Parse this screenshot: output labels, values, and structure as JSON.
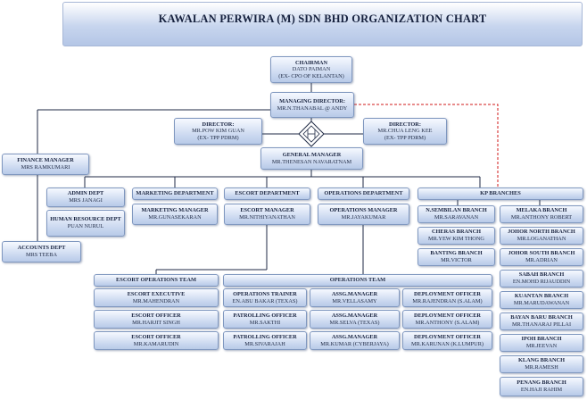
{
  "title": "KAWALAN PERWIRA (M) SDN BHD ORGANIZATION CHART",
  "chairman": {
    "title": "CHAIRMAN",
    "name": "DATO PAIMAN",
    "note": "(EX- CPO OF KELANTAN)"
  },
  "md": {
    "title": "MANAGING DIRECTOR:",
    "name": "MR.N.THANABAL @ ANDY"
  },
  "director_left": {
    "title": "DIRECTOR:",
    "name": "MR.POW KIM GUAN",
    "note": "(EX- TPP PDRM)"
  },
  "director_right": {
    "title": "DIRECTOR:",
    "name": "MR.CHUA LENG KEE",
    "note": "(EX- TPP PDRM)"
  },
  "gm": {
    "title": "GENERAL MANAGER",
    "name": "MR.THENESAN NAVARATNAM"
  },
  "finance": {
    "title": "FINANCE MANAGER",
    "name": "MRS RAMKUMARI"
  },
  "admin": {
    "title": "ADMIN DEPT",
    "name": "MRS JANAGI"
  },
  "hr": {
    "title": "HUMAN RESOURCE DEPT",
    "name": "PUAN NURUL"
  },
  "accounts": {
    "title": "ACCOUNTS DEPT",
    "name": "MRS TEEBA"
  },
  "marketing": {
    "header": "MARKETING DEPARTMENT",
    "title": "MARKETING MANAGER",
    "name": "MR.GUNASEKARAN"
  },
  "escort": {
    "header": "ESCORT DEPARTMENT",
    "title": "ESCORT MANAGER",
    "name": "MR.NITHIYANATHAN"
  },
  "operations": {
    "header": "OPERATIONS DEPARTMENT",
    "title": "OPERATIONS MANAGER",
    "name": "MR.JAYAKUMAR"
  },
  "kp_branches": {
    "header": "KP BRANCHES",
    "left": [
      {
        "title": "N.SEMBILAN BRANCH",
        "name": "MR.SARAVANAN"
      },
      {
        "title": "CHERAS BRANCH",
        "name": "MR.YEW KIM THONG"
      },
      {
        "title": "BANTING BRANCH",
        "name": "MR.VICTOR"
      }
    ],
    "right": [
      {
        "title": "MELAKA BRANCH",
        "name": "MR.ANTHONY ROBERT"
      },
      {
        "title": "JOHOR NORTH BRANCH",
        "name": "MR.LOGANATHAN"
      },
      {
        "title": "JOHOR SOUTH BRANCH",
        "name": "MR.ADRIAN"
      },
      {
        "title": "SABAH BRANCH",
        "name": "EN.MOHD RIJAUDDIN"
      },
      {
        "title": "KUANTAN BRANCH",
        "name": "MR.MARUDAWANAN"
      },
      {
        "title": "BAYAN BARU BRANCH",
        "name": "MR.THANARAJ PILLAI"
      },
      {
        "title": "IPOH BRANCH",
        "name": "MR.JEEVAN"
      },
      {
        "title": "KLANG BRANCH",
        "name": "MR.RAMESH"
      },
      {
        "title": "PENANG BRANCH",
        "name": "EN.HAJI RAHIM"
      }
    ]
  },
  "escort_team": {
    "header": "ESCORT OPERATIONS TEAM",
    "members": [
      {
        "title": "ESCORT EXECUTIVE",
        "name": "MR.MAHENDRAN"
      },
      {
        "title": "ESCORT OFFICER",
        "name": "MR.HARJIT SINGH"
      },
      {
        "title": "ESCORT OFFICER",
        "name": "MR.KAMARUDIN"
      }
    ]
  },
  "ops_team": {
    "header": "OPERATIONS TEAM",
    "col1": [
      {
        "title": "OPERATIONS TRAINER",
        "name": "EN.ABU BAKAR (TEXAS)"
      },
      {
        "title": "PATROLLING OFFICER",
        "name": "MR.SAKTHI"
      },
      {
        "title": "PATROLLING OFFICER",
        "name": "MR.SIVARAJAH"
      }
    ],
    "col2": [
      {
        "title": "ASSG.MANAGER",
        "name": "MR.VELLASAMY"
      },
      {
        "title": "ASSG.MANAGER",
        "name": "MR.SELVA (TEXAS)"
      },
      {
        "title": "ASSG.MANAGER",
        "name": "MR.KUMAR (CYBERJAYA)"
      }
    ],
    "col3": [
      {
        "title": "DEPLOYMENT OFFICER",
        "name": "MR.RAJENDRAN (S.ALAM)"
      },
      {
        "title": "DEPLOYMENT OFFICER",
        "name": "MR.ANTHONY (S.ALAM)"
      },
      {
        "title": "DEPLOYMENT OFFICER",
        "name": "MR.KARUNAN (K.LUMPUR)"
      }
    ]
  }
}
